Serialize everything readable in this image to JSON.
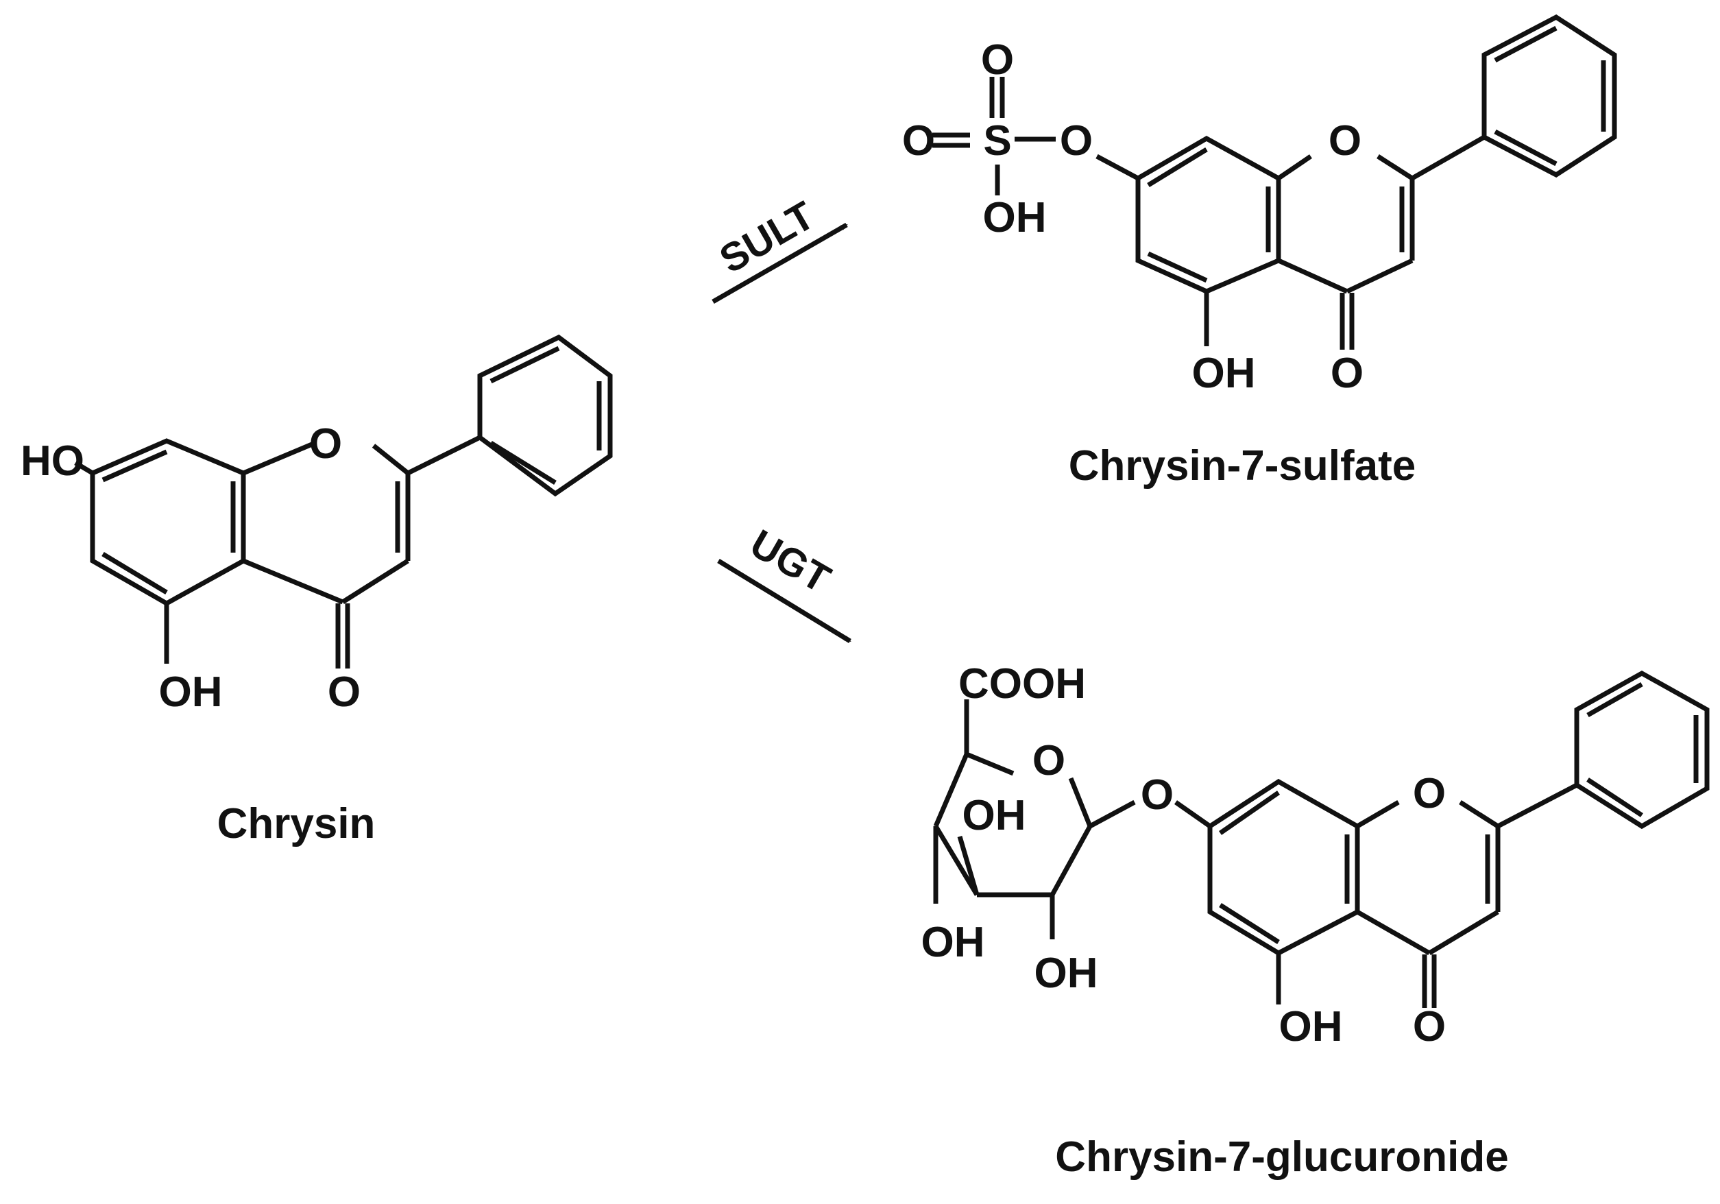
{
  "compounds": {
    "chrysin": {
      "name": "Chrysin",
      "atoms": {
        "ho7": "HO",
        "o1": "O",
        "oh5": "OH",
        "o4": "O"
      }
    },
    "sulfate": {
      "name": "Chrysin-7-sulfate",
      "atoms": {
        "o_ss1": "O",
        "o_ss2": "O",
        "s": "S",
        "oh_s": "OH",
        "o7": "O",
        "o1": "O",
        "oh5": "OH",
        "o4": "O"
      }
    },
    "glucuronide": {
      "name": "Chrysin-7-glucuronide",
      "atoms": {
        "cooh": "COOH",
        "o_ring": "O",
        "o_link": "O",
        "oh_a": "OH",
        "oh_b": "OH",
        "oh_c": "OH",
        "o1": "O",
        "oh5": "OH",
        "o4": "O"
      }
    }
  },
  "reactions": [
    {
      "enzyme": "SULT"
    },
    {
      "enzyme": "UGT"
    }
  ]
}
